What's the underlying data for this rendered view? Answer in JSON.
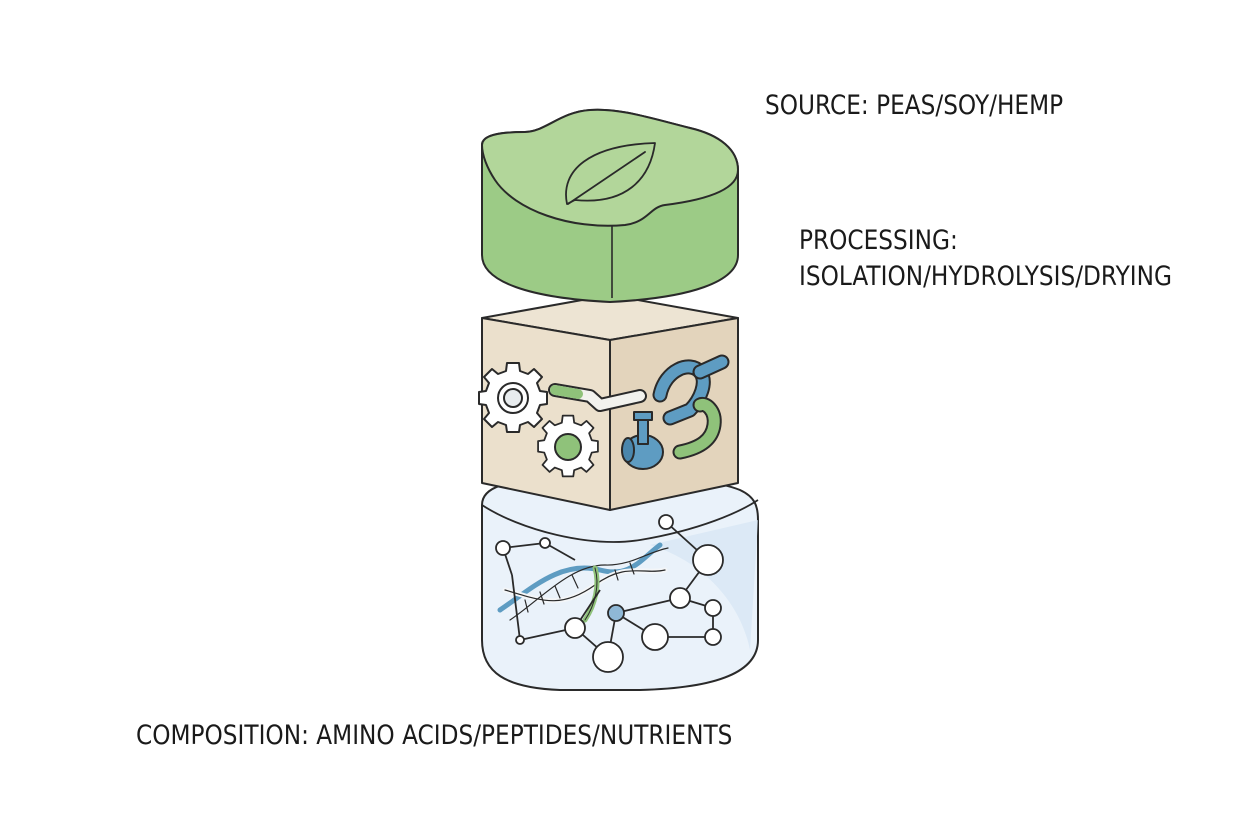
{
  "labels": {
    "source": "SOURCE: PEAS/SOY/HEMP",
    "processing_line1": "PROCESSING:",
    "processing_line2": "ISOLATION/HYDROLYSIS/DRYING",
    "composition": "COMPOSITION: AMINO ACIDS/PEPTIDES/NUTRIENTS"
  },
  "icons": {
    "top_layer": "leaf-icon",
    "middle_layer": [
      "gear-icon",
      "gear-icon",
      "pipe-icon",
      "valve-icon"
    ],
    "bottom_layer": [
      "dna-helix-icon",
      "molecule-network-icon"
    ]
  },
  "colors": {
    "top_fill": "#a8cf8f",
    "top_side": "#9ccb86",
    "middle_top": "#ede4d3",
    "middle_left": "#ebe0cc",
    "middle_right": "#e3d4bc",
    "bottom_fill": "#eaf2fa",
    "outline": "#2a2a2a",
    "blue_accent": "#5e9cc2",
    "green_accent": "#8fc27a"
  }
}
